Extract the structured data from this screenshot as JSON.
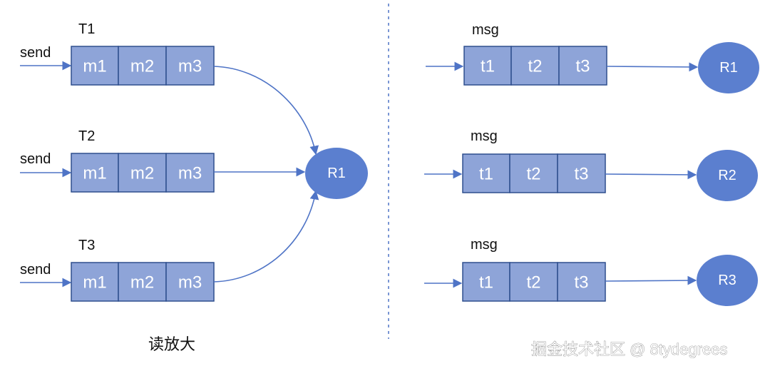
{
  "left": {
    "queues": [
      {
        "title": "T1",
        "input_label": "send",
        "cells": [
          "m1",
          "m2",
          "m3"
        ]
      },
      {
        "title": "T2",
        "input_label": "send",
        "cells": [
          "m1",
          "m2",
          "m3"
        ]
      },
      {
        "title": "T3",
        "input_label": "send",
        "cells": [
          "m1",
          "m2",
          "m3"
        ]
      }
    ],
    "receiver": "R1",
    "caption": "读放大"
  },
  "right": {
    "rows": [
      {
        "title": "msg",
        "cells": [
          "t1",
          "t2",
          "t3"
        ],
        "receiver": "R1"
      },
      {
        "title": "msg",
        "cells": [
          "t1",
          "t2",
          "t3"
        ],
        "receiver": "R2"
      },
      {
        "title": "msg",
        "cells": [
          "t1",
          "t2",
          "t3"
        ],
        "receiver": "R3"
      }
    ]
  },
  "watermark": "掘金技术社区 @ 8tydegrees"
}
